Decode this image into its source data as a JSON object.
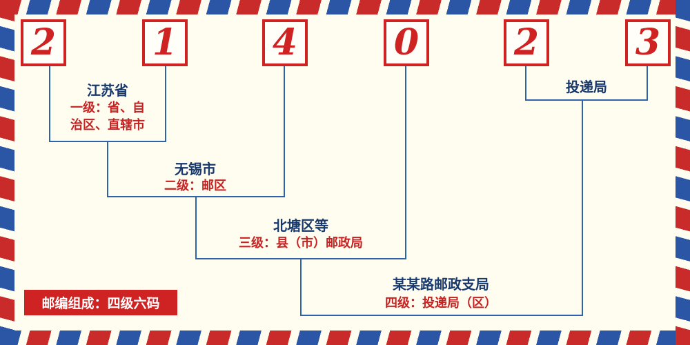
{
  "postal_code": {
    "digits": [
      "2",
      "1",
      "4",
      "0",
      "2",
      "3"
    ]
  },
  "levels": [
    {
      "name": "江苏省",
      "desc_lines": [
        "一级：省、自",
        "治区、直辖市"
      ]
    },
    {
      "name": "无锡市",
      "desc_lines": [
        "二级：邮区"
      ]
    },
    {
      "name": "北塘区等",
      "desc_lines": [
        "三级：县（市）邮政局"
      ]
    },
    {
      "name": "某某路邮政支局",
      "desc_lines": [
        "四级：投递局（区）"
      ]
    },
    {
      "name": "投递局",
      "desc_lines": []
    }
  ],
  "footer_badge": "邮编组成：四级六码",
  "colors": {
    "digit_red": "#cf2222",
    "line_blue": "#2f62ad",
    "name_navy": "#17396e",
    "desc_red": "#c62222",
    "badge_background": "#cf2222",
    "page_background": "#fffdf0",
    "border_red": "#c92a2a",
    "border_blue": "#2b55a5"
  }
}
